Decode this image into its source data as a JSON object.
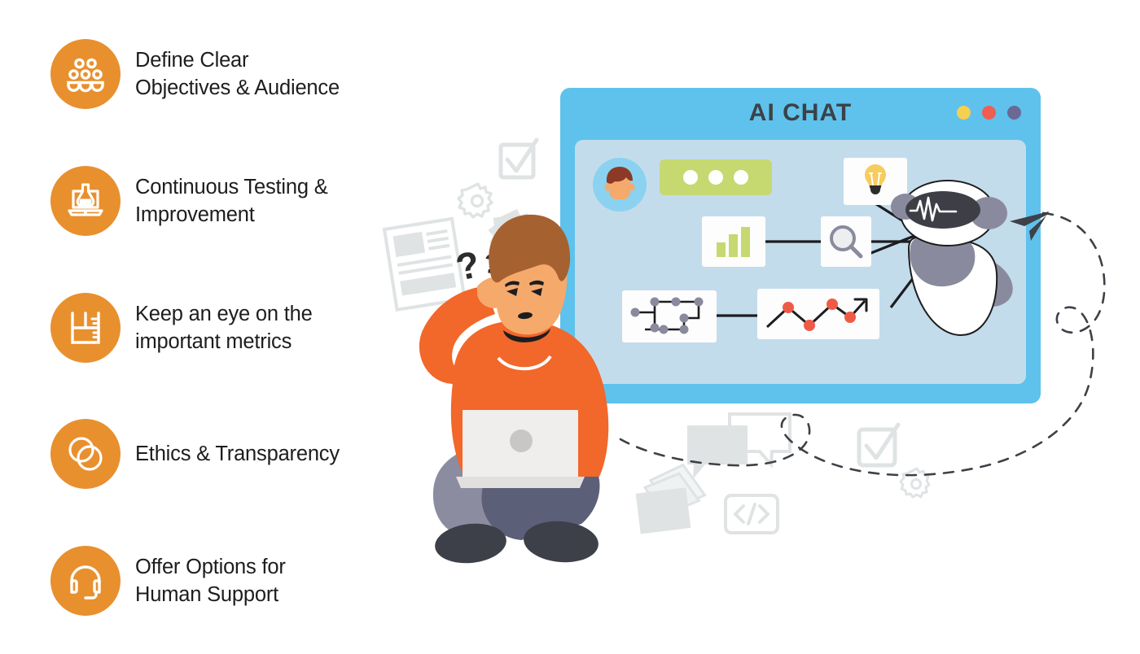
{
  "theme": {
    "accent_orange": "#E8902E",
    "text_dark": "#1d1d1f",
    "window_blue": "#5ec2ec",
    "panel_blue": "#c3dcec",
    "bubble_green": "#c6d870",
    "decor_grey": "#dfe3e4",
    "robot_grey": "#8a8a9e",
    "sweater_orange": "#F2672A"
  },
  "checklist": {
    "items": [
      {
        "icon": "audience-icon",
        "label": "Define Clear\nObjectives & Audience"
      },
      {
        "icon": "laptop-flask-icon",
        "label": "Continuous Testing &\nImprovement"
      },
      {
        "icon": "beaker-gauge-icon",
        "label": "Keep an eye on the\nimportant metrics"
      },
      {
        "icon": "overlapping-circles-icon",
        "label": "Ethics & Transparency"
      },
      {
        "icon": "headset-icon",
        "label": "Offer Options for\nHuman Support"
      }
    ]
  },
  "window": {
    "title": "AI CHAT",
    "dots": [
      {
        "name": "window-dot-yellow",
        "color": "#f5cf50"
      },
      {
        "name": "window-dot-red",
        "color": "#ee5f52"
      },
      {
        "name": "window-dot-purple",
        "color": "#6a6a95"
      }
    ],
    "chat": {
      "avatar": "user-avatar-icon",
      "bubble": {
        "name": "typing-bubble",
        "dots": 3,
        "color": "#c6d870"
      }
    },
    "cards": [
      {
        "name": "idea-card",
        "icon": "lightbulb-icon"
      },
      {
        "name": "analytics-card",
        "icon": "bar-chart-icon"
      },
      {
        "name": "search-card",
        "icon": "magnifier-icon"
      },
      {
        "name": "network-card",
        "icon": "node-network-icon"
      },
      {
        "name": "trend-card",
        "icon": "trend-line-up-icon"
      }
    ],
    "assistant": {
      "name": "robot-assistant",
      "face": "waveform-visor-icon"
    }
  },
  "scene": {
    "person": {
      "name": "confused-person",
      "emotes": "question-marks-icon"
    },
    "decor": [
      "document-icon",
      "checkbox-check-icon",
      "gear-large-icon",
      "gear-small-icon",
      "speech-bubbles-icon",
      "folder-icon",
      "code-brackets-icon",
      "checkbox-check-icon-2",
      "gear-small-icon-2",
      "paper-plane-icon",
      "dashed-path"
    ],
    "code_glyph": "</>"
  }
}
